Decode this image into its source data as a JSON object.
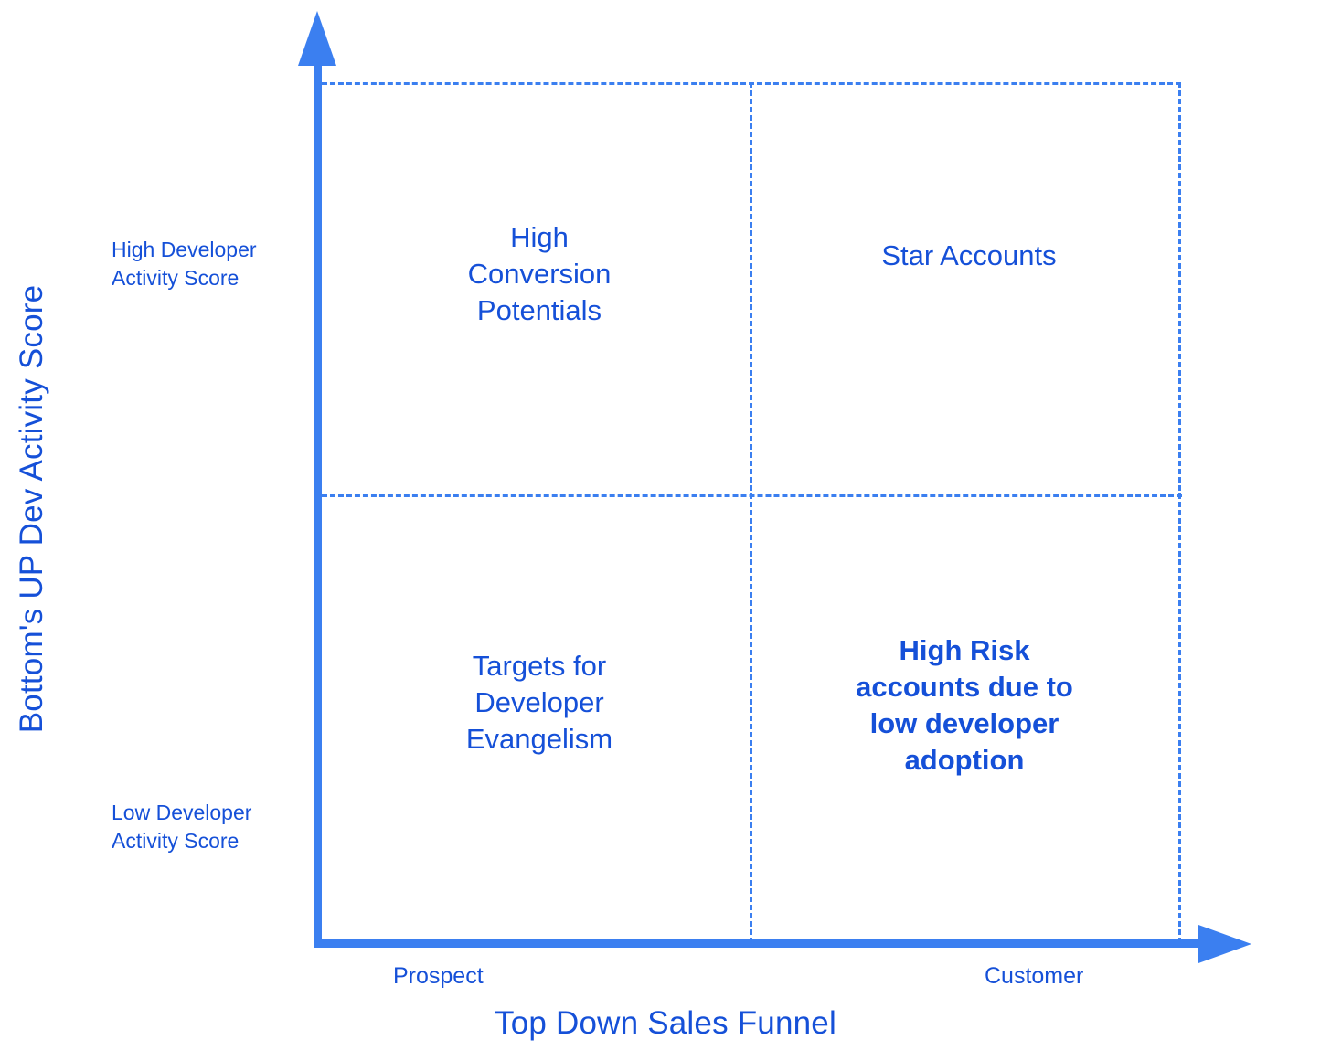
{
  "chart_data": {
    "type": "matrix",
    "title": "",
    "xlabel": "Top Down Sales Funnel",
    "ylabel": "Bottom's UP Dev Activity Score",
    "x_ticks": [
      "Prospect",
      "Customer"
    ],
    "y_ticks": [
      "High Developer\nActivity Score",
      "Low Developer\nActivity Score"
    ],
    "grid": "dashed",
    "legend": "none",
    "quadrants": [
      {
        "position": "top-left",
        "x": "Prospect",
        "y": "High Developer Activity Score",
        "label": "High\nConversion\nPotentials"
      },
      {
        "position": "top-right",
        "x": "Customer",
        "y": "High Developer Activity Score",
        "label": "Star Accounts"
      },
      {
        "position": "bottom-left",
        "x": "Prospect",
        "y": "Low Developer Activity Score",
        "label": "Targets for\nDeveloper\nEvangelism"
      },
      {
        "position": "bottom-right",
        "x": "Customer",
        "y": "Low Developer Activity Score",
        "label": "High Risk\naccounts due to\nlow developer\nadoption"
      }
    ]
  },
  "axes": {
    "x_title": "Top Down Sales Funnel",
    "y_title": "Bottom's UP Dev Activity Score",
    "x_tick_left": "Prospect",
    "x_tick_right": "Customer",
    "y_tick_top": "High Developer\nActivity Score",
    "y_tick_bottom": "Low Developer\nActivity Score"
  },
  "quadrant_labels": {
    "top_left": "High\nConversion\nPotentials",
    "top_right": "Star Accounts",
    "bottom_left": "Targets for\nDeveloper\nEvangelism",
    "bottom_right": "High Risk\naccounts due to\nlow developer\nadoption"
  },
  "colors": {
    "axis_blue": "#3b7ff0",
    "text_blue": "#1550d8",
    "grid_blue": "#3b7ff0",
    "background": "#ffffff"
  }
}
